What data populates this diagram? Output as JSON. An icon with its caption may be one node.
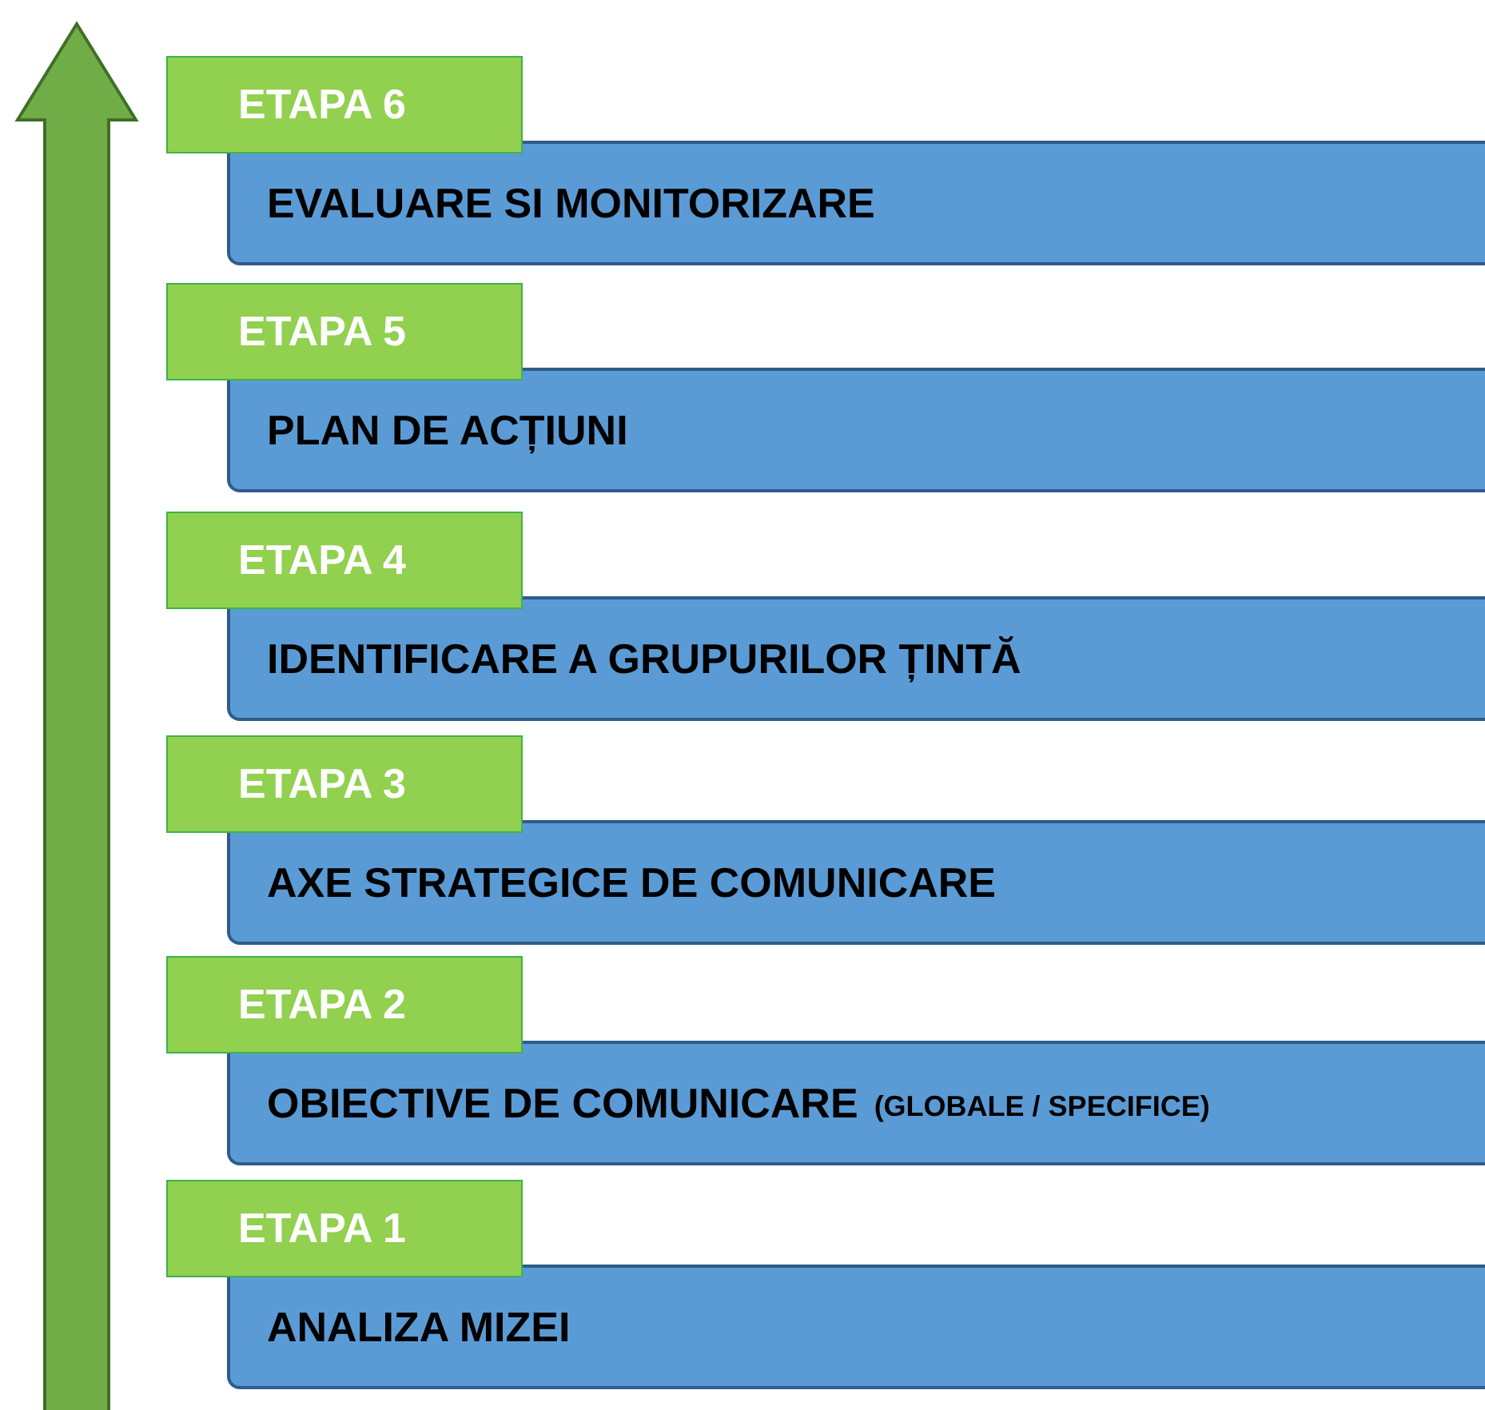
{
  "diagram": {
    "nodes": [
      {
        "text": [
          "ETAPA 6"
        ]
      },
      {
        "text": [
          "EVALUARE SI MONITORIZARE"
        ]
      },
      {
        "text": [
          "ETAPA 5"
        ]
      },
      {
        "text": [
          "PLAN DE ACȚIUNI"
        ]
      },
      {
        "text": [
          "ETAPA 4"
        ]
      },
      {
        "text": [
          "IDENTIFICARE A GRUPURILOR ȚINTĂ"
        ]
      },
      {
        "text": [
          "ETAPA 3"
        ]
      },
      {
        "text": [
          "AXE STRATEGICE DE COMUNICARE"
        ]
      },
      {
        "text": [
          "ETAPA 2"
        ]
      },
      {
        "text": [
          "OBIECTIVE DE COMUNICARE",
          "(GLOBALE / SPECIFICE)"
        ]
      },
      {
        "text": [
          "ETAPA 1"
        ]
      },
      {
        "text": [
          "ANALIZA MIZEI"
        ]
      }
    ]
  }
}
